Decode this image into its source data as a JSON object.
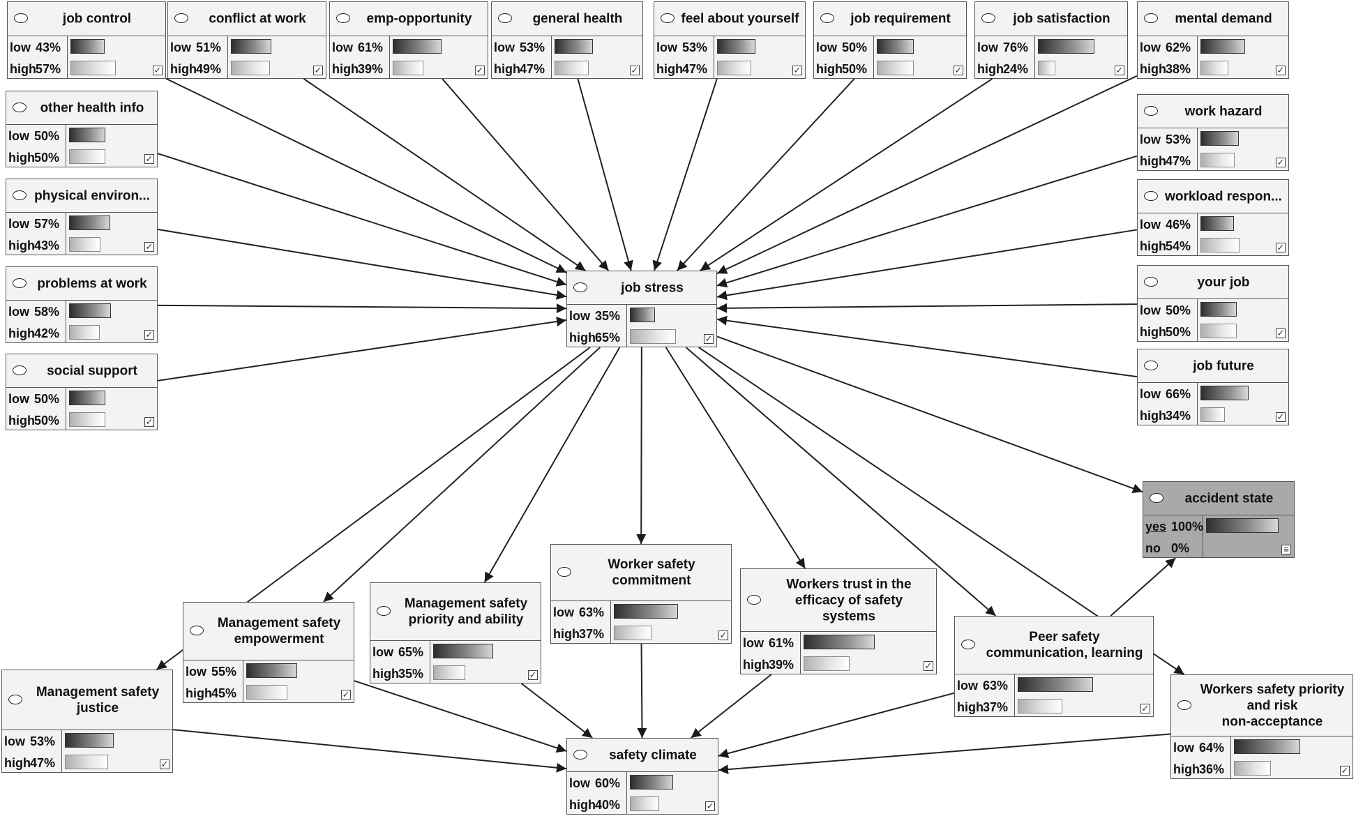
{
  "icons": {
    "node_oval": "oval-icon",
    "checkbox": "checkbox-icon",
    "collapse": "collapse-icon"
  },
  "colors": {
    "node_bg": "#f3f3f3",
    "evidence_bg": "#a9a9a9",
    "edge": "#222222"
  },
  "nodes": [
    {
      "id": "job_control",
      "title": "job control",
      "states": [
        {
          "label": "low",
          "pct": "43%",
          "value": 43
        },
        {
          "label": "high",
          "pct": "57%",
          "value": 57
        }
      ]
    },
    {
      "id": "conflict_at_work",
      "title": "conflict at work",
      "states": [
        {
          "label": "low",
          "pct": "51%",
          "value": 51
        },
        {
          "label": "high",
          "pct": "49%",
          "value": 49
        }
      ]
    },
    {
      "id": "emp_opportunity",
      "title": "emp-opportunity",
      "states": [
        {
          "label": "low",
          "pct": "61%",
          "value": 61
        },
        {
          "label": "high",
          "pct": "39%",
          "value": 39
        }
      ]
    },
    {
      "id": "general_health",
      "title": "general health",
      "states": [
        {
          "label": "low",
          "pct": "53%",
          "value": 53
        },
        {
          "label": "high",
          "pct": "47%",
          "value": 47
        }
      ]
    },
    {
      "id": "feel_about_yourself",
      "title": "feel about yourself",
      "states": [
        {
          "label": "low",
          "pct": "53%",
          "value": 53
        },
        {
          "label": "high",
          "pct": "47%",
          "value": 47
        }
      ]
    },
    {
      "id": "job_requirement",
      "title": "job requirement",
      "states": [
        {
          "label": "low",
          "pct": "50%",
          "value": 50
        },
        {
          "label": "high",
          "pct": "50%",
          "value": 50
        }
      ]
    },
    {
      "id": "job_satisfaction",
      "title": "job satisfaction",
      "states": [
        {
          "label": "low",
          "pct": "76%",
          "value": 76
        },
        {
          "label": "high",
          "pct": "24%",
          "value": 24
        }
      ]
    },
    {
      "id": "mental_demand",
      "title": "mental demand",
      "states": [
        {
          "label": "low",
          "pct": "62%",
          "value": 62
        },
        {
          "label": "high",
          "pct": "38%",
          "value": 38
        }
      ]
    },
    {
      "id": "other_health_info",
      "title": "other health info",
      "states": [
        {
          "label": "low",
          "pct": "50%",
          "value": 50
        },
        {
          "label": "high",
          "pct": "50%",
          "value": 50
        }
      ]
    },
    {
      "id": "physical_environ",
      "title": "physical environ...",
      "states": [
        {
          "label": "low",
          "pct": "57%",
          "value": 57
        },
        {
          "label": "high",
          "pct": "43%",
          "value": 43
        }
      ]
    },
    {
      "id": "problems_at_work",
      "title": "problems at work",
      "states": [
        {
          "label": "low",
          "pct": "58%",
          "value": 58
        },
        {
          "label": "high",
          "pct": "42%",
          "value": 42
        }
      ]
    },
    {
      "id": "social_support",
      "title": "social support",
      "states": [
        {
          "label": "low",
          "pct": "50%",
          "value": 50
        },
        {
          "label": "high",
          "pct": "50%",
          "value": 50
        }
      ]
    },
    {
      "id": "work_hazard",
      "title": "work hazard",
      "states": [
        {
          "label": "low",
          "pct": "53%",
          "value": 53
        },
        {
          "label": "high",
          "pct": "47%",
          "value": 47
        }
      ]
    },
    {
      "id": "workload_respon",
      "title": "workload respon...",
      "states": [
        {
          "label": "low",
          "pct": "46%",
          "value": 46
        },
        {
          "label": "high",
          "pct": "54%",
          "value": 54
        }
      ]
    },
    {
      "id": "your_job",
      "title": "your job",
      "states": [
        {
          "label": "low",
          "pct": "50%",
          "value": 50
        },
        {
          "label": "high",
          "pct": "50%",
          "value": 50
        }
      ]
    },
    {
      "id": "job_future",
      "title": "job future",
      "states": [
        {
          "label": "low",
          "pct": "66%",
          "value": 66
        },
        {
          "label": "high",
          "pct": "34%",
          "value": 34
        }
      ]
    },
    {
      "id": "job_stress",
      "title": "job stress",
      "states": [
        {
          "label": "low",
          "pct": "35%",
          "value": 35
        },
        {
          "label": "high",
          "pct": "65%",
          "value": 65
        }
      ]
    },
    {
      "id": "accident_state",
      "title": "accident state",
      "evidence": true,
      "states": [
        {
          "label": "yes",
          "pct": "100%",
          "value": 100
        },
        {
          "label": "no",
          "pct": "0%",
          "value": 0
        }
      ]
    },
    {
      "id": "mgmt_empowerment",
      "title": "Management safety\nempowerment",
      "states": [
        {
          "label": "low",
          "pct": "55%",
          "value": 55
        },
        {
          "label": "high",
          "pct": "45%",
          "value": 45
        }
      ]
    },
    {
      "id": "mgmt_priority",
      "title": "Management safety\npriority and ability",
      "states": [
        {
          "label": "low",
          "pct": "65%",
          "value": 65
        },
        {
          "label": "high",
          "pct": "35%",
          "value": 35
        }
      ]
    },
    {
      "id": "worker_commitment",
      "title": "Worker safety\ncommitment",
      "states": [
        {
          "label": "low",
          "pct": "63%",
          "value": 63
        },
        {
          "label": "high",
          "pct": "37%",
          "value": 37
        }
      ]
    },
    {
      "id": "workers_trust",
      "title": "Workers trust in the\nefficacy of safety\nsystems",
      "states": [
        {
          "label": "low",
          "pct": "61%",
          "value": 61
        },
        {
          "label": "high",
          "pct": "39%",
          "value": 39
        }
      ]
    },
    {
      "id": "peer_safety",
      "title": "Peer safety\ncommunication, learning",
      "states": [
        {
          "label": "low",
          "pct": "63%",
          "value": 63
        },
        {
          "label": "high",
          "pct": "37%",
          "value": 37
        }
      ]
    },
    {
      "id": "mgmt_justice",
      "title": "Management safety\njustice",
      "states": [
        {
          "label": "low",
          "pct": "53%",
          "value": 53
        },
        {
          "label": "high",
          "pct": "47%",
          "value": 47
        }
      ]
    },
    {
      "id": "workers_priority",
      "title": "Workers safety priority\nand risk\nnon-acceptance",
      "states": [
        {
          "label": "low",
          "pct": "64%",
          "value": 64
        },
        {
          "label": "high",
          "pct": "36%",
          "value": 36
        }
      ]
    },
    {
      "id": "safety_climate",
      "title": "safety climate",
      "states": [
        {
          "label": "low",
          "pct": "60%",
          "value": 60
        },
        {
          "label": "high",
          "pct": "40%",
          "value": 40
        }
      ]
    }
  ],
  "edges": [
    [
      "job_control",
      "job_stress"
    ],
    [
      "conflict_at_work",
      "job_stress"
    ],
    [
      "emp_opportunity",
      "job_stress"
    ],
    [
      "general_health",
      "job_stress"
    ],
    [
      "feel_about_yourself",
      "job_stress"
    ],
    [
      "job_requirement",
      "job_stress"
    ],
    [
      "job_satisfaction",
      "job_stress"
    ],
    [
      "mental_demand",
      "job_stress"
    ],
    [
      "other_health_info",
      "job_stress"
    ],
    [
      "physical_environ",
      "job_stress"
    ],
    [
      "problems_at_work",
      "job_stress"
    ],
    [
      "social_support",
      "job_stress"
    ],
    [
      "work_hazard",
      "job_stress"
    ],
    [
      "workload_respon",
      "job_stress"
    ],
    [
      "your_job",
      "job_stress"
    ],
    [
      "job_future",
      "job_stress"
    ],
    [
      "job_stress",
      "accident_state"
    ],
    [
      "job_stress",
      "mgmt_empowerment"
    ],
    [
      "job_stress",
      "mgmt_priority"
    ],
    [
      "job_stress",
      "worker_commitment"
    ],
    [
      "job_stress",
      "workers_trust"
    ],
    [
      "job_stress",
      "peer_safety"
    ],
    [
      "job_stress",
      "mgmt_justice"
    ],
    [
      "job_stress",
      "workers_priority"
    ],
    [
      "peer_safety",
      "accident_state"
    ],
    [
      "mgmt_empowerment",
      "safety_climate"
    ],
    [
      "mgmt_priority",
      "safety_climate"
    ],
    [
      "worker_commitment",
      "safety_climate"
    ],
    [
      "workers_trust",
      "safety_climate"
    ],
    [
      "peer_safety",
      "safety_climate"
    ],
    [
      "mgmt_justice",
      "safety_climate"
    ],
    [
      "workers_priority",
      "safety_climate"
    ]
  ]
}
